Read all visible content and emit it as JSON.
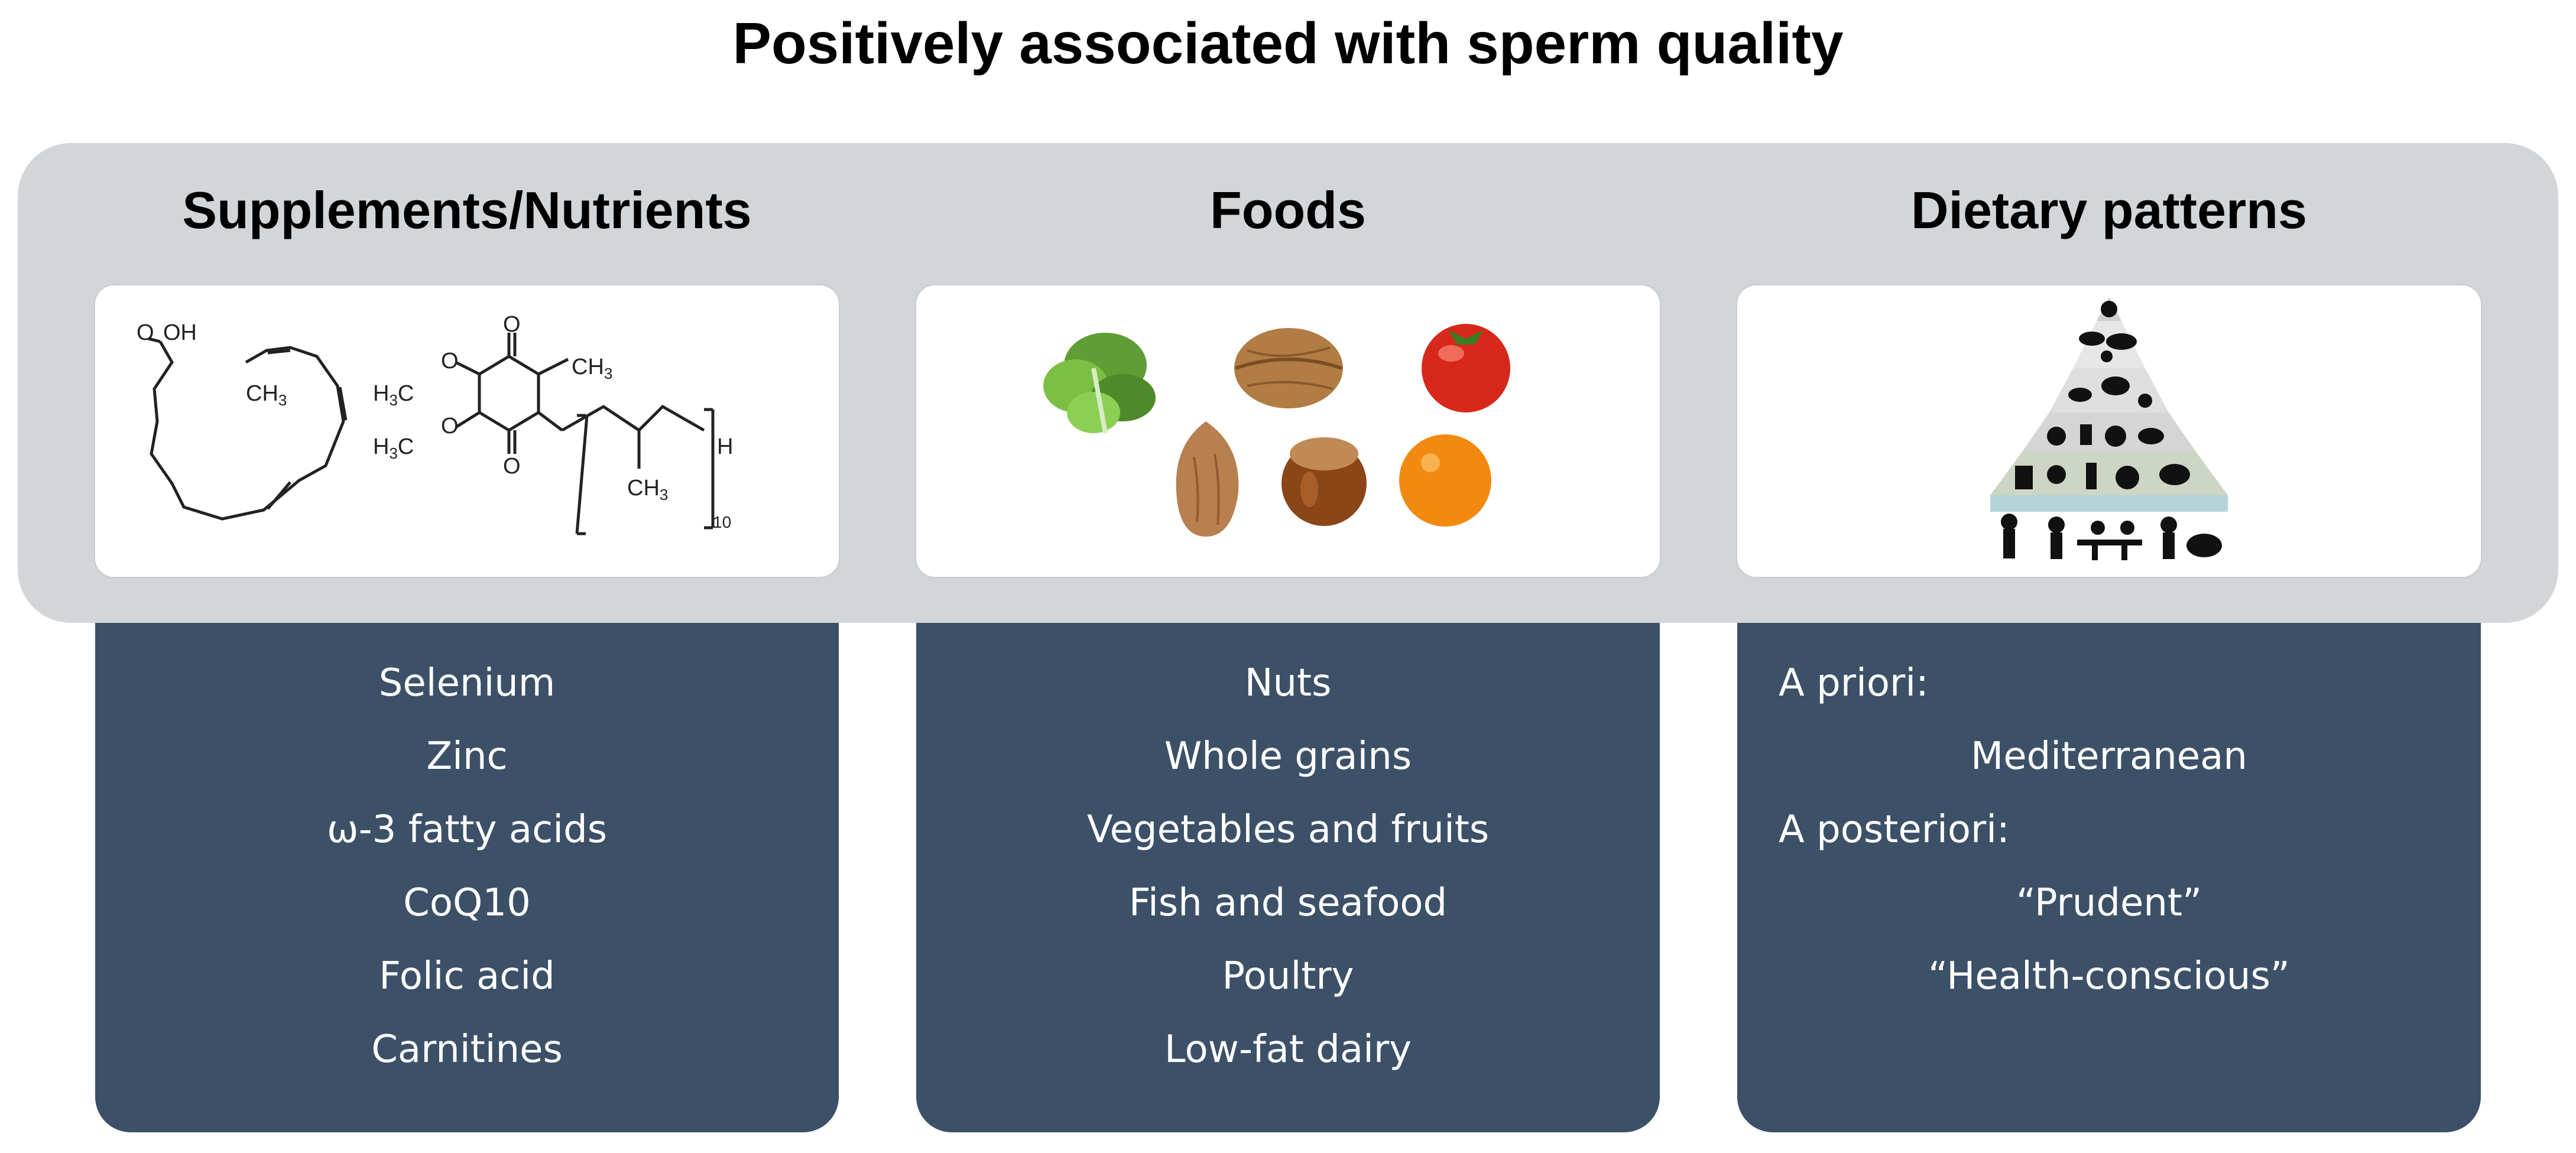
{
  "title": "Positively associated with sperm quality",
  "columns": [
    {
      "heading": "Supplements/Nutrients",
      "image": "chemical-structures",
      "structure_labels": {
        "o": "O",
        "oh": "OH",
        "ch3": "CH",
        "ch3_sub": "3",
        "h3c_h": "H",
        "h3c_sub": "3",
        "h3c_c": "C",
        "h": "H",
        "n10": "10"
      },
      "items": [
        "Selenium",
        "Zinc",
        "ω-3 fatty acids",
        "CoQ10",
        "Folic acid",
        "Carnitines"
      ]
    },
    {
      "heading": "Foods",
      "image": "food-icons",
      "items": [
        "Nuts",
        "Whole grains",
        "Vegetables and fruits",
        "Fish and seafood",
        "Poultry",
        "Low-fat dairy"
      ]
    },
    {
      "heading": "Dietary patterns",
      "image": "food-pyramid-icon",
      "items": [
        {
          "text": "A priori:",
          "indent": "left"
        },
        {
          "text": "Mediterranean",
          "indent": "center"
        },
        {
          "text": "A posteriori:",
          "indent": "left"
        },
        {
          "text": "“Prudent”",
          "indent": "center"
        },
        {
          "text": "“Health-conscious”",
          "indent": "center"
        }
      ]
    }
  ],
  "colors": {
    "band": "#d3d6d9",
    "list_box": "#3c5168",
    "list_text": "#ffffff"
  }
}
